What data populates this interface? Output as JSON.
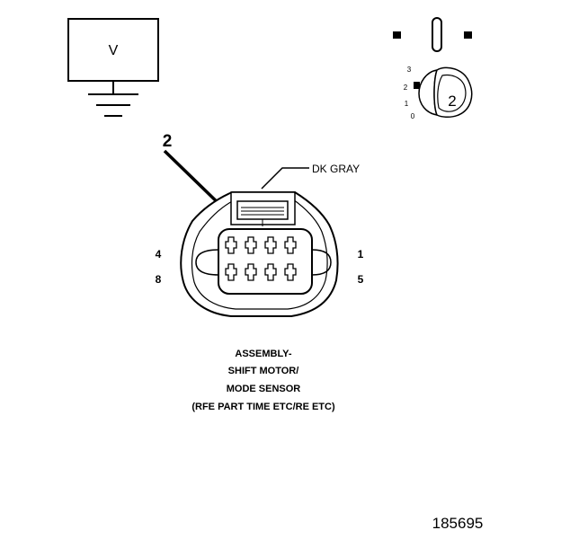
{
  "voltmeter": {
    "label": "V"
  },
  "probe_pointer": {
    "label": "2"
  },
  "connector": {
    "wire_color_label": "DK GRAY",
    "pin_labels": {
      "top_left": "4",
      "bottom_left": "8",
      "top_right": "1",
      "bottom_right": "5"
    }
  },
  "selector_switch": {
    "positions": [
      "3",
      "2",
      "1",
      "0"
    ],
    "knob_label": "2"
  },
  "caption": {
    "lines": [
      "ASSEMBLY-",
      "SHIFT MOTOR/",
      "MODE SENSOR",
      "(RFE PART TIME ETC/RE ETC)"
    ]
  },
  "figure_number": "185695"
}
